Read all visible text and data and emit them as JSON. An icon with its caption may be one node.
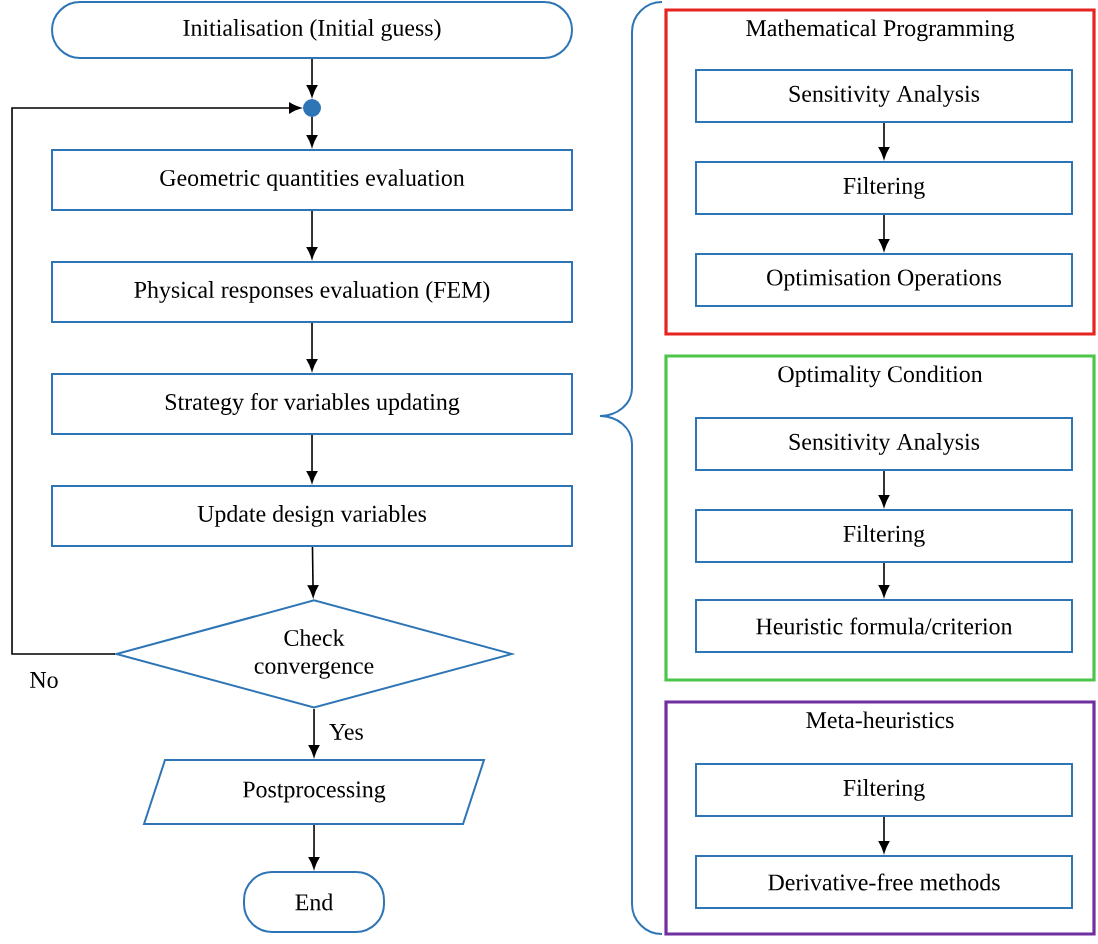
{
  "diagram": {
    "nodes": [
      {
        "text": [
          "Initialisation (Initial guess)"
        ]
      },
      {
        "text": [],
        "shape": "circle"
      },
      {
        "text": [
          "Geometric quantities evaluation"
        ]
      },
      {
        "text": [
          "Physical responses evaluation (FEM)"
        ]
      },
      {
        "text": [
          "Strategy for variables updating"
        ]
      },
      {
        "text": [
          "Update design variables"
        ]
      },
      {
        "text": [
          "Check convergence"
        ]
      },
      {
        "text": [
          "Postprocessing"
        ]
      },
      {
        "text": [
          "End"
        ]
      },
      {
        "text": [
          "Mathematical Programming"
        ]
      },
      {
        "text": [
          "Sensitivity Analysis"
        ],
        "in": 9
      },
      {
        "text": [
          "Filtering"
        ],
        "in": 9
      },
      {
        "text": [
          "Optimisation Operations"
        ],
        "in": 9
      },
      {
        "text": [
          "Optimality Condition"
        ]
      },
      {
        "text": [
          "Sensitivity Analysis"
        ],
        "in": 13
      },
      {
        "text": [
          "Filtering"
        ],
        "in": 13
      },
      {
        "text": [
          "Heuristic formula/criterion"
        ],
        "in": 13
      },
      {
        "text": [
          "Meta-heuristics"
        ]
      },
      {
        "text": [
          "Filtering"
        ],
        "in": 17
      },
      {
        "text": [
          "Derivative-free methods"
        ],
        "in": 17
      }
    ],
    "edges": [
      {
        "from": 0,
        "to": 1,
        "arrow": "to"
      },
      {
        "from": 1,
        "to": 2,
        "arrow": "to"
      },
      {
        "from": 2,
        "to": 3,
        "arrow": "to"
      },
      {
        "from": 3,
        "to": 4,
        "arrow": "to"
      },
      {
        "from": 4,
        "to": 5,
        "arrow": "to"
      },
      {
        "from": 5,
        "to": 6,
        "arrow": "to"
      },
      {
        "from": 6,
        "to": 1,
        "arrow": "to",
        "label": "No"
      },
      {
        "from": 6,
        "to": 7,
        "arrow": "to",
        "label": "Yes"
      },
      {
        "from": 7,
        "to": 8,
        "arrow": "to"
      },
      {
        "from": 10,
        "to": 11,
        "arrow": "to"
      },
      {
        "from": 11,
        "to": 12,
        "arrow": "to"
      },
      {
        "from": 14,
        "to": 15,
        "arrow": "to"
      },
      {
        "from": 15,
        "to": 16,
        "arrow": "to"
      },
      {
        "from": 18,
        "to": 19,
        "arrow": "to"
      }
    ]
  }
}
